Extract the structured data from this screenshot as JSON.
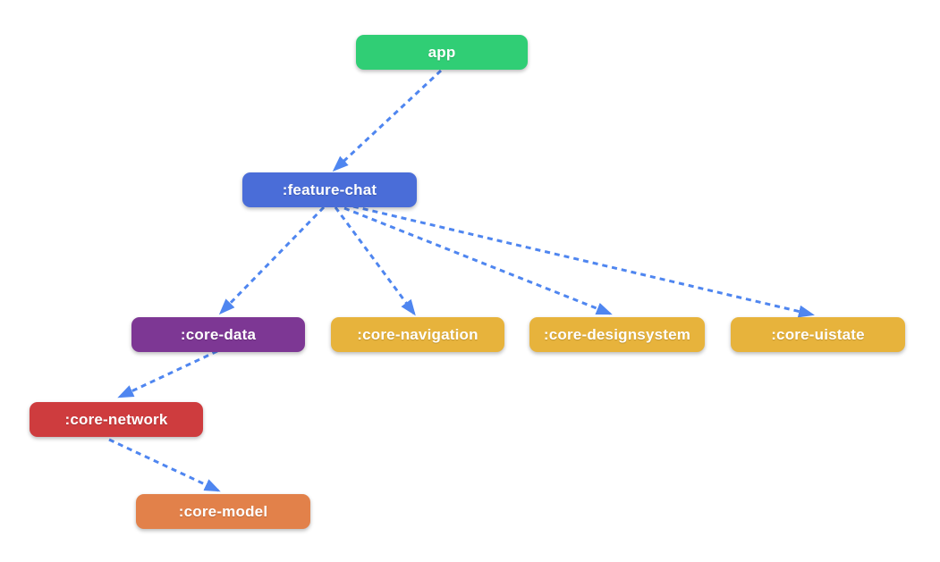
{
  "diagram": {
    "type": "module-dependency-graph",
    "background": "#ffffff",
    "edge_color": "#4f86f0",
    "edge_style": "dashed-arrow",
    "nodes": [
      {
        "id": "app",
        "label": "app",
        "color": "#30ce75",
        "text_color": "#ffffff"
      },
      {
        "id": "feature-chat",
        "label": ":feature-chat",
        "color": "#4a6dd8",
        "text_color": "#ffffff"
      },
      {
        "id": "core-data",
        "label": ":core-data",
        "color": "#7d3794",
        "text_color": "#ffffff"
      },
      {
        "id": "core-navigation",
        "label": ":core-navigation",
        "color": "#e7b33c",
        "text_color": "#ffffff"
      },
      {
        "id": "core-designsystem",
        "label": ":core-designsystem",
        "color": "#e7b33c",
        "text_color": "#ffffff"
      },
      {
        "id": "core-uistate",
        "label": ":core-uistate",
        "color": "#e7b33c",
        "text_color": "#ffffff"
      },
      {
        "id": "core-network",
        "label": ":core-network",
        "color": "#ce3c3e",
        "text_color": "#ffffff"
      },
      {
        "id": "core-model",
        "label": ":core-model",
        "color": "#e2814a",
        "text_color": "#ffffff"
      }
    ],
    "edges": [
      {
        "from": "app",
        "to": "feature-chat"
      },
      {
        "from": "feature-chat",
        "to": "core-data"
      },
      {
        "from": "feature-chat",
        "to": "core-navigation"
      },
      {
        "from": "feature-chat",
        "to": "core-designsystem"
      },
      {
        "from": "feature-chat",
        "to": "core-uistate"
      },
      {
        "from": "core-data",
        "to": "core-network"
      },
      {
        "from": "core-network",
        "to": "core-model"
      }
    ]
  }
}
